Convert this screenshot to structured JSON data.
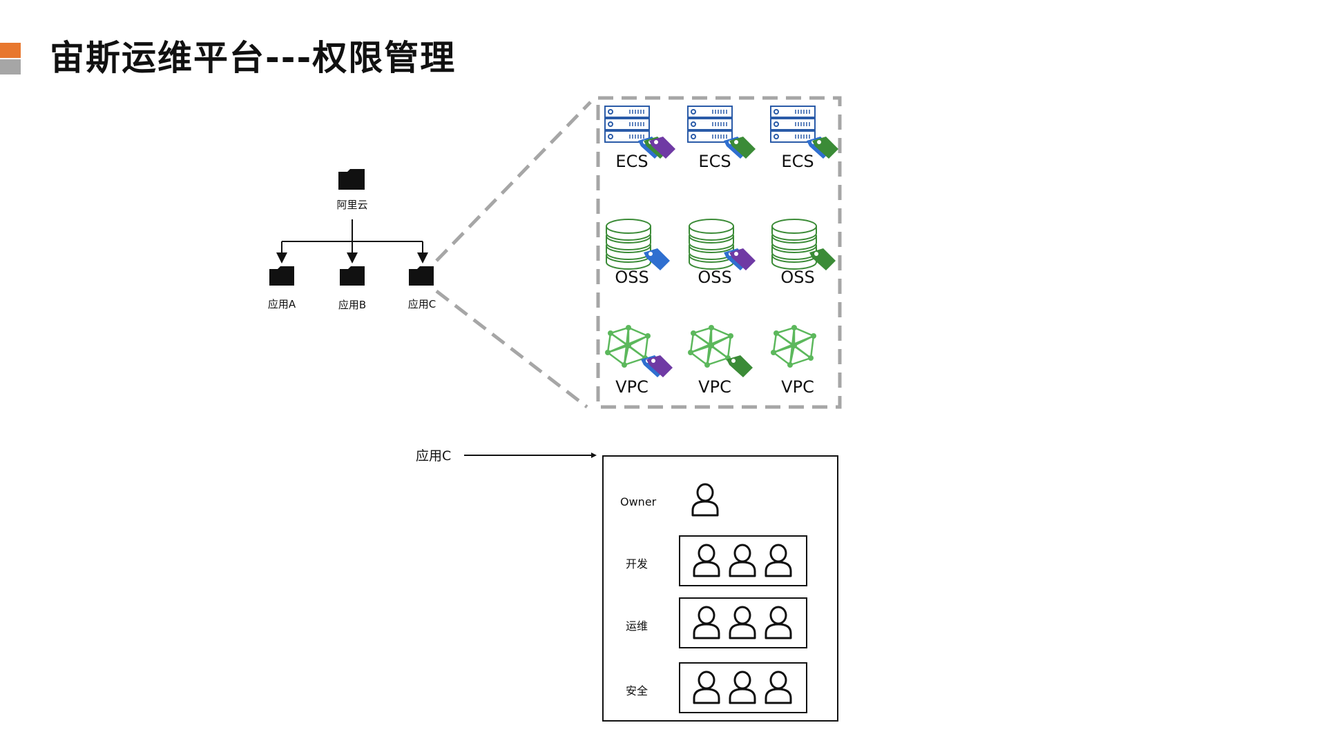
{
  "page": {
    "title": "宙斯运维平台---权限管理",
    "accent_colors": [
      "#e8772e",
      "#a6a6a6"
    ]
  },
  "tree": {
    "root_label": "阿里云",
    "children": [
      {
        "label": "应用A"
      },
      {
        "label": "应用B"
      },
      {
        "label": "应用C"
      }
    ]
  },
  "resources": {
    "ecs_label": "ECS",
    "oss_label": "OSS",
    "vpc_label": "VPC",
    "tag_colors": {
      "green": "#3b8b37",
      "purple": "#6f3aa4",
      "blue": "#2f6fd0"
    },
    "icon_colors": {
      "server": "#2a5ba8",
      "storage": "#3b8b37",
      "network": "#5cb85c"
    },
    "items": [
      {
        "type": "ECS",
        "tags": [
          "blue",
          "green",
          "purple"
        ]
      },
      {
        "type": "ECS",
        "tags": [
          "blue",
          "green"
        ]
      },
      {
        "type": "ECS",
        "tags": [
          "blue",
          "green"
        ]
      },
      {
        "type": "OSS",
        "tags": [
          "blue"
        ]
      },
      {
        "type": "OSS",
        "tags": [
          "blue",
          "purple"
        ]
      },
      {
        "type": "OSS",
        "tags": [
          "green"
        ]
      },
      {
        "type": "VPC",
        "tags": [
          "blue",
          "purple"
        ]
      },
      {
        "type": "VPC",
        "tags": [
          "green"
        ]
      },
      {
        "type": "VPC",
        "tags": []
      }
    ]
  },
  "permissions": {
    "app_label": "应用C",
    "owner_label": "Owner",
    "roles": [
      {
        "label": "开发",
        "users": 3
      },
      {
        "label": "运维",
        "users": 3
      },
      {
        "label": "安全",
        "users": 3
      }
    ]
  }
}
